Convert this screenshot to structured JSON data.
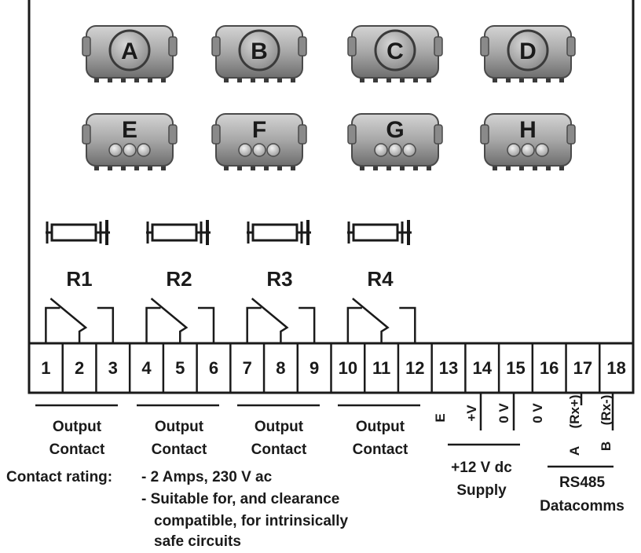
{
  "modules": {
    "row1": [
      "A",
      "B",
      "C",
      "D"
    ],
    "row2": [
      "E",
      "F",
      "G",
      "H"
    ]
  },
  "relays": [
    "R1",
    "R2",
    "R3",
    "R4"
  ],
  "terminals": [
    "1",
    "2",
    "3",
    "4",
    "5",
    "6",
    "7",
    "8",
    "9",
    "10",
    "11",
    "12",
    "13",
    "14",
    "15",
    "16",
    "17",
    "18"
  ],
  "outputs": [
    {
      "line1": "Output",
      "line2": "Contact"
    },
    {
      "line1": "Output",
      "line2": "Contact"
    },
    {
      "line1": "Output",
      "line2": "Contact"
    },
    {
      "line1": "Output",
      "line2": "Contact"
    }
  ],
  "supply": {
    "e_label": "E",
    "pos_label": "+V",
    "zero_label": "0 V",
    "line1": "+12 V dc",
    "line2": "Supply"
  },
  "rs485": {
    "zero_label": "0 V",
    "a_label": "A",
    "a_sub": "(Rx+)",
    "b_label": "B",
    "b_sub": "(Rx-)",
    "line1": "RS485",
    "line2": "Datacomms"
  },
  "rating": {
    "heading": "Contact rating:",
    "item1": "- 2 Amps, 230 V ac",
    "item2_line1": "- Suitable for, and clearance",
    "item2_line2": "compatible, for intrinsically",
    "item2_line3": "safe circuits"
  }
}
